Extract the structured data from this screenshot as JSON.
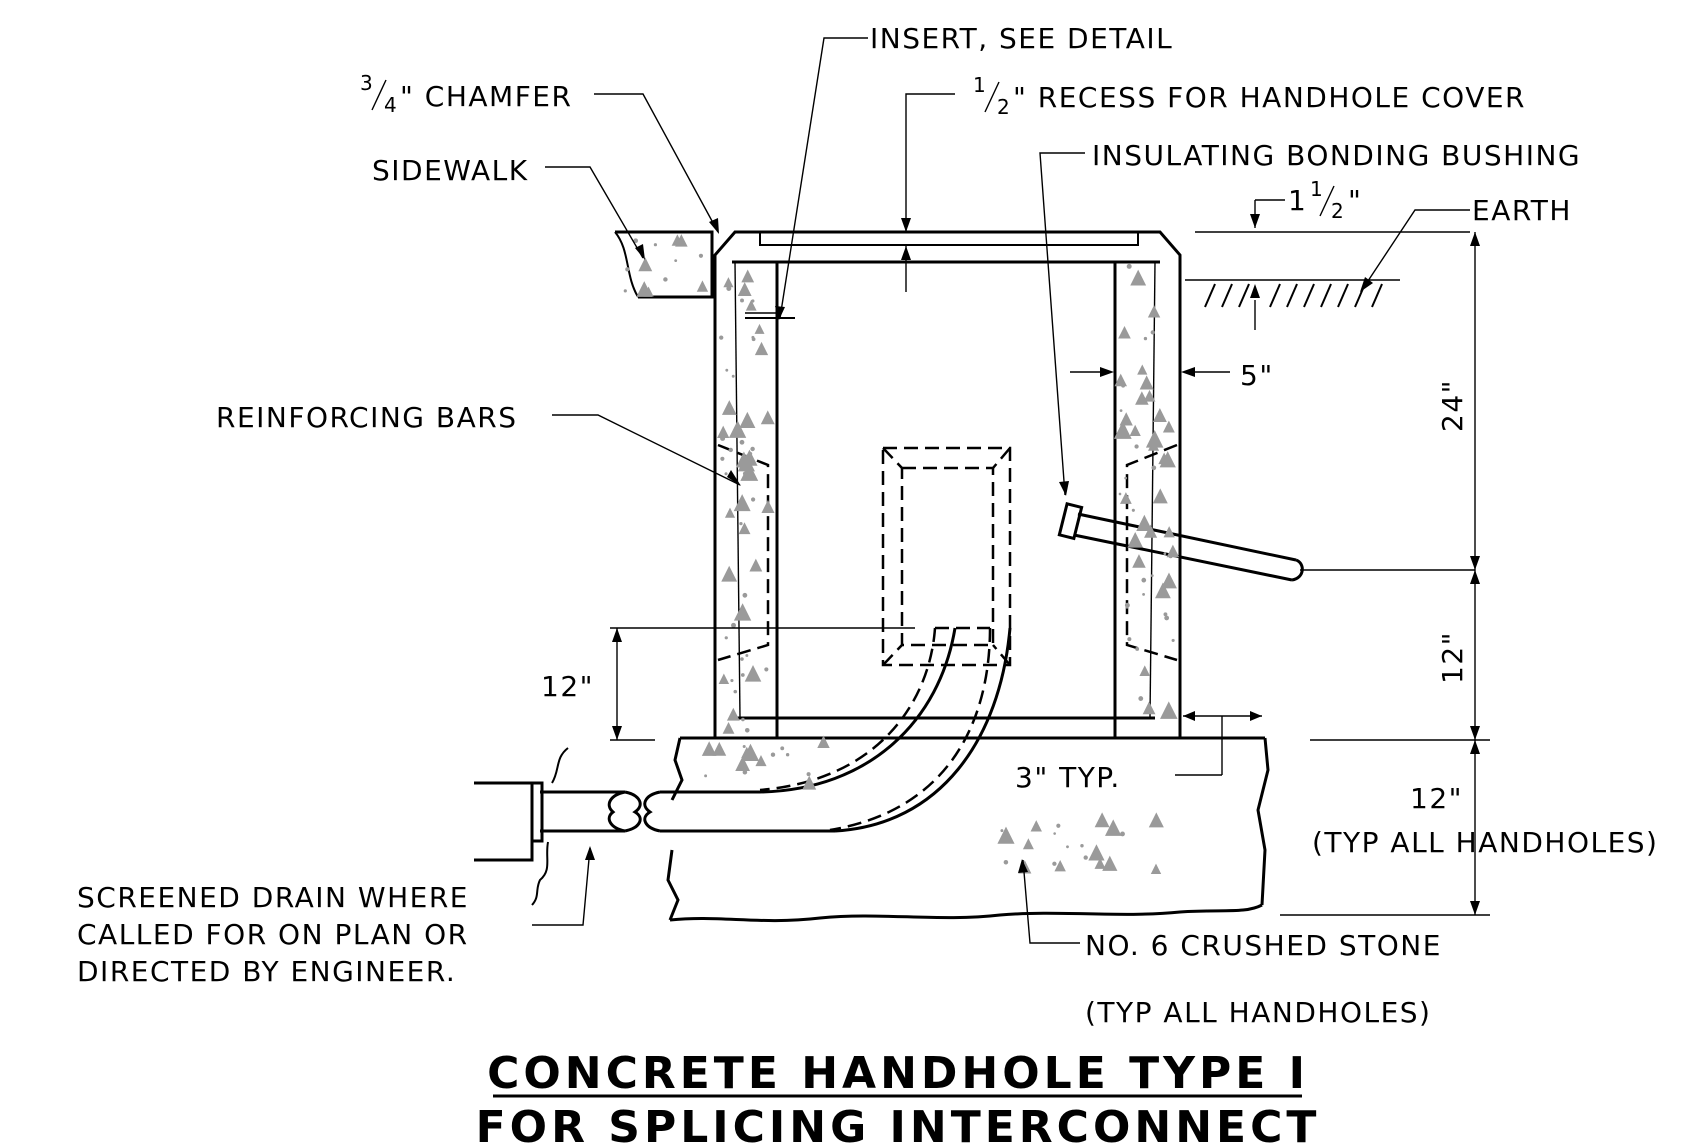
{
  "labels": {
    "insert": "INSERT, SEE DETAIL",
    "chamfer_num": "3",
    "chamfer_den": "4",
    "chamfer_text": "\" CHAMFER",
    "recess_num": "1",
    "recess_den": "2",
    "recess_text": "\" RECESS FOR HANDHOLE COVER",
    "sidewalk": "SIDEWALK",
    "bushing": "INSULATING BONDING BUSHING",
    "dim_1_whole": "1",
    "dim_1_num": "1",
    "dim_1_den": "2",
    "dim_1_inch": "\"",
    "earth": "EARTH",
    "dim_5": "5\"",
    "reinforcing": "REINFORCING BARS",
    "dim_24": "24\"",
    "dim_12_right": "12\"",
    "dim_12_left": "12\"",
    "dim_3_typ": "3\" TYP.",
    "dim_12_base": "12\"",
    "typ_all_1": "(TYP ALL HANDHOLES)",
    "drain_1": "SCREENED DRAIN WHERE",
    "drain_2": "CALLED FOR ON PLAN OR",
    "drain_3": "DIRECTED BY ENGINEER.",
    "stone": "NO. 6 CRUSHED STONE",
    "typ_all_2": "(TYP ALL HANDHOLES)"
  },
  "title": {
    "line1": "CONCRETE HANDHOLE TYPE I",
    "line2": "FOR SPLICING INTERCONNECT"
  }
}
